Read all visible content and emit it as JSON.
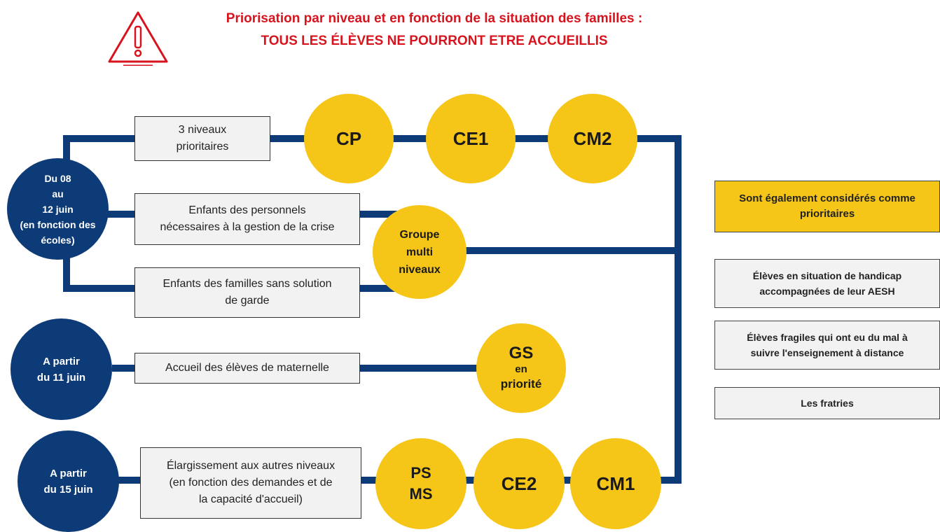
{
  "header": {
    "title_line1": "Priorisation par niveau et en fonction de la situation des familles :",
    "title_line2": "TOUS LES ÉLÈVES NE POURRONT ETRE ACCUEILLIS",
    "warning_icon": "warning-triangle-icon",
    "warning_color": "#d7141e"
  },
  "colors": {
    "line": "#0d3b78",
    "circle_blue": "#0d3b78",
    "circle_yellow": "#f5c518",
    "box_bg": "#f2f2f2"
  },
  "phases": [
    {
      "label": "Du 08\nau\n12 juin\n(en fonction des\nécoles)"
    },
    {
      "label": "A partir\ndu 11 juin"
    },
    {
      "label": "A partir\ndu 15  juin"
    }
  ],
  "boxes": {
    "priority_levels": "3 niveaux\nprioritaires",
    "staff_children": "Enfants des personnels\nnécessaires à la gestion de la crise",
    "no_childcare": "Enfants des familles sans solution\nde garde",
    "kindergarten": "Accueil des élèves de maternelle",
    "other_levels": "Élargissement aux autres niveaux\n(en fonction des demandes et de\nla capacité d'accueil)"
  },
  "levels": {
    "cp": "CP",
    "ce1": "CE1",
    "cm2": "CM2",
    "group_line1": "Groupe",
    "group_line2": "multi",
    "group_line3": "niveaux",
    "gs_title": "GS",
    "gs_line2": "en",
    "gs_line3": "priorité",
    "ps": "PS",
    "ms": "MS",
    "ce2": "CE2",
    "cm1": "CM1"
  },
  "right_panel": {
    "header": "Sont également considérés comme\nprioritaires",
    "items": [
      "Élèves en situation de handicap\naccompagnées de leur AESH",
      "Élèves fragiles qui ont eu du mal à\nsuivre l'enseignement à distance",
      "Les fratries"
    ]
  }
}
